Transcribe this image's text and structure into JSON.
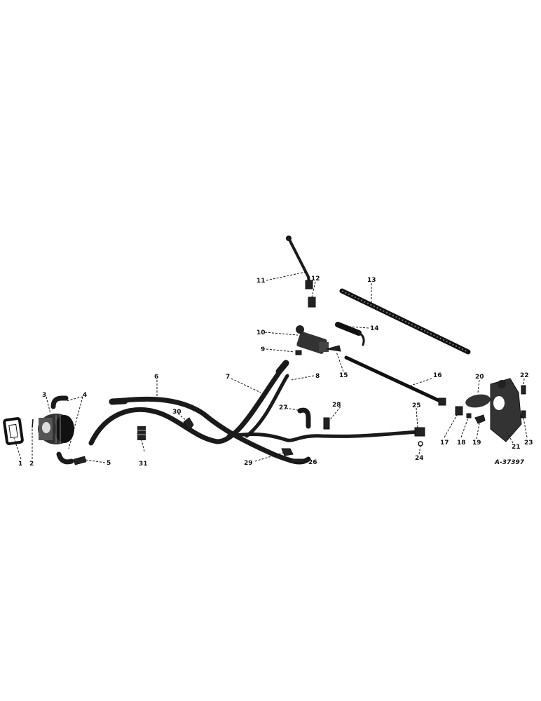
{
  "drawing_code": "A-37397",
  "part_numbers": [
    "1",
    "2",
    "3",
    "4",
    "5",
    "6",
    "7",
    "8",
    "9",
    "10",
    "11",
    "12",
    "13",
    "14",
    "15",
    "16",
    "17",
    "18",
    "19",
    "20",
    "21",
    "22",
    "23",
    "24",
    "25",
    "26",
    "27",
    "28",
    "29",
    "30",
    "31"
  ]
}
